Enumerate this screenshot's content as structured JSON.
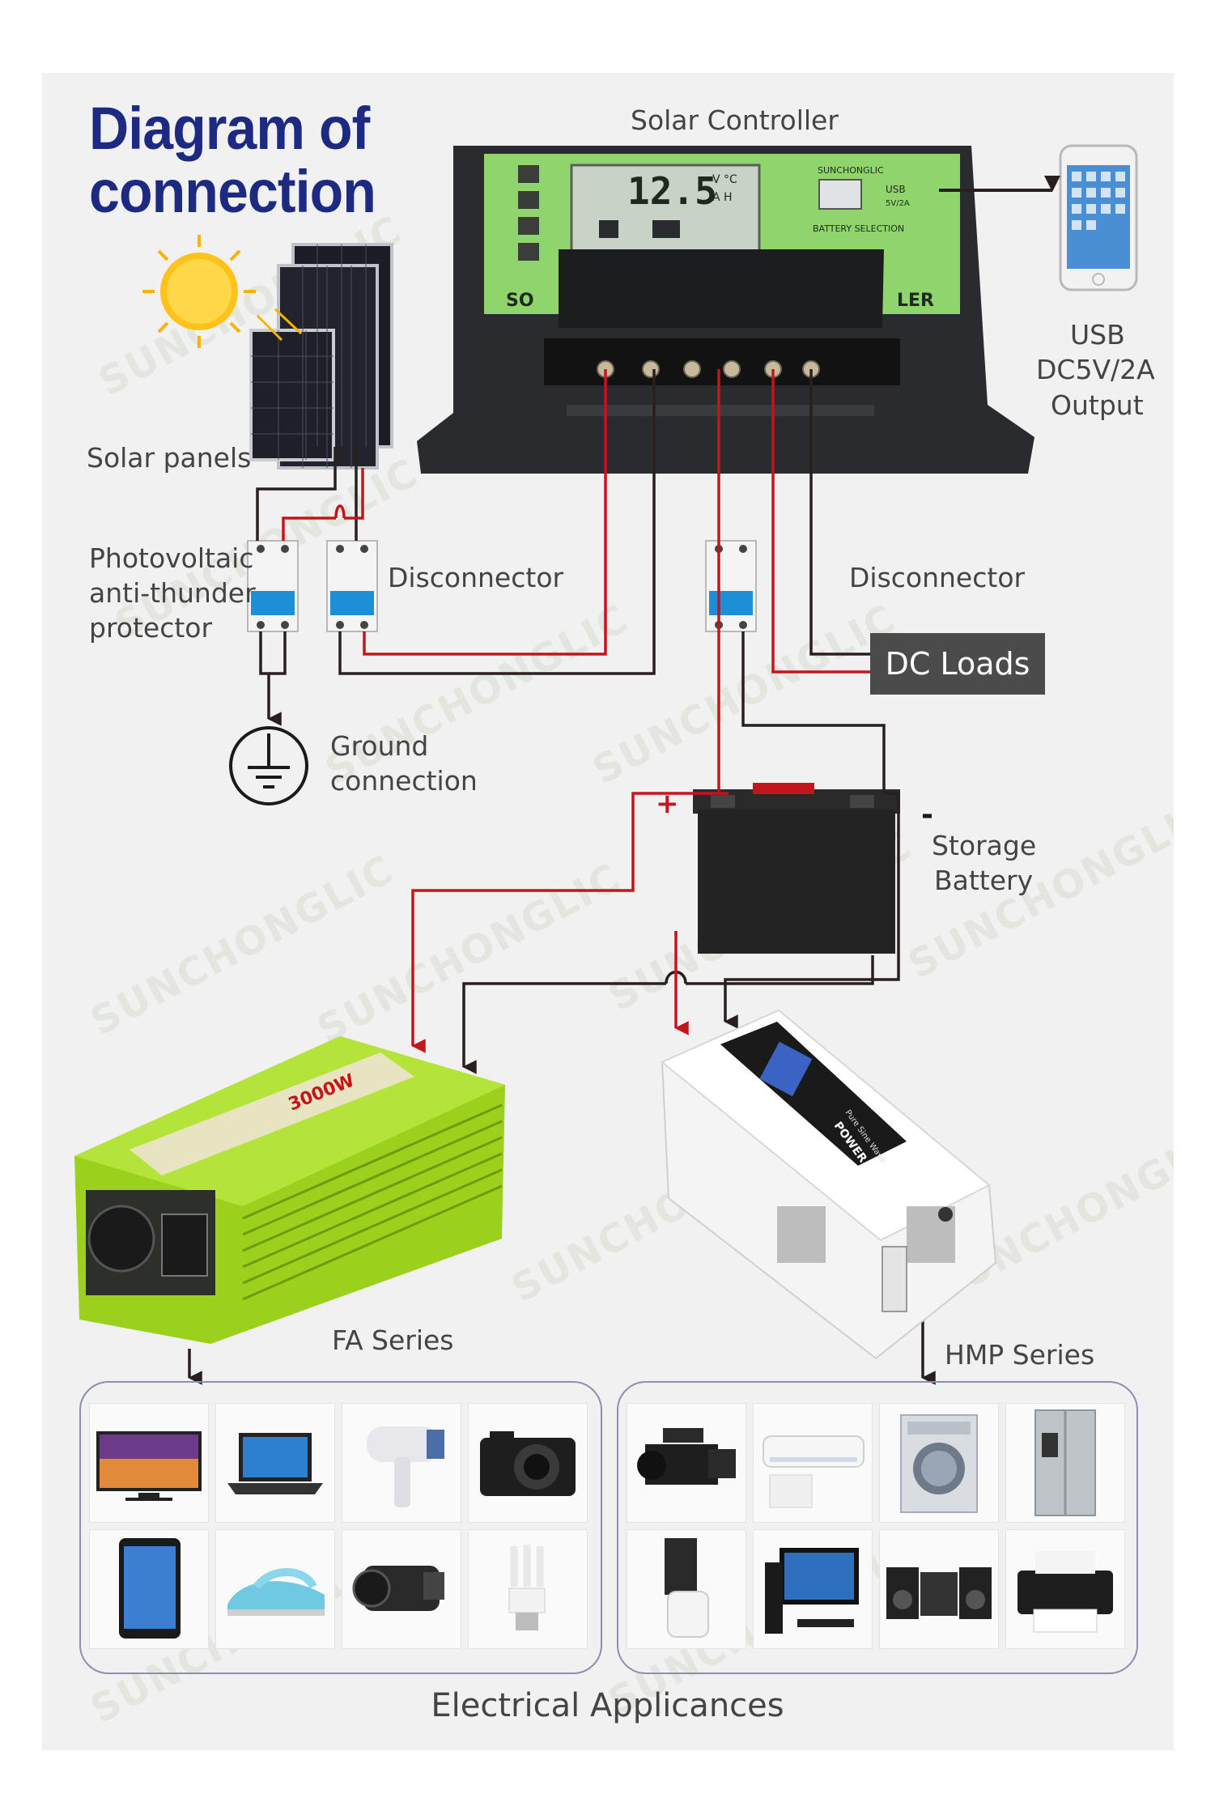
{
  "title_line1": "Diagram of",
  "title_line2": "connection",
  "labels": {
    "solar_controller": "Solar Controller",
    "solar_panels": "Solar panels",
    "pv_protector_1": "Photovoltaic",
    "pv_protector_2": "anti-thunder",
    "pv_protector_3": "protector",
    "disconnector_left": "Disconnector",
    "disconnector_right": "Disconnector",
    "usb_1": "USB",
    "usb_2": "DC5V/2A",
    "usb_3": "Output",
    "dc_loads": "DC Loads",
    "ground_1": "Ground",
    "ground_2": "connection",
    "battery_1": "Storage",
    "battery_2": "Battery",
    "plus": "+",
    "minus": "-",
    "fa_series": "FA Series",
    "hmp_series": "HMP Series",
    "appliances": "Electrical Applicances"
  },
  "controller": {
    "lcd_value": "12.5",
    "lcd_units_top": "V °C",
    "lcd_units_bottom": "A H",
    "brand": "SUNCHONGLIC",
    "usb_text": "USB",
    "usb_rating": "5V/2A",
    "battery_selection": "BATTERY SELECTION",
    "face_left": "SO",
    "face_right": "LER"
  },
  "inverters": {
    "fa_rating": "3000W",
    "hmp_label": "POWER INVERTER",
    "hmp_sub": "Pure Sine Wave"
  },
  "watermark": "SUNCHONGLIC",
  "colors": {
    "title": "#1d2a82",
    "wire_red": "#c4151c",
    "wire_black": "#2a1f1f",
    "controller_green": "#8fd56b",
    "fa_green": "#9bd11d",
    "dc_box": "#4b4b4b",
    "breaker_blue": "#1d8fd6"
  },
  "appliances_fa": [
    "television",
    "laptop",
    "hair-dryer",
    "camera",
    "tablet",
    "steam-iron",
    "camcorder",
    "cfl-bulb"
  ],
  "appliances_hmp": [
    "video-camera",
    "air-conditioner",
    "washing-machine",
    "refrigerator",
    "juicer",
    "desktop-computer",
    "stereo-system",
    "printer"
  ]
}
